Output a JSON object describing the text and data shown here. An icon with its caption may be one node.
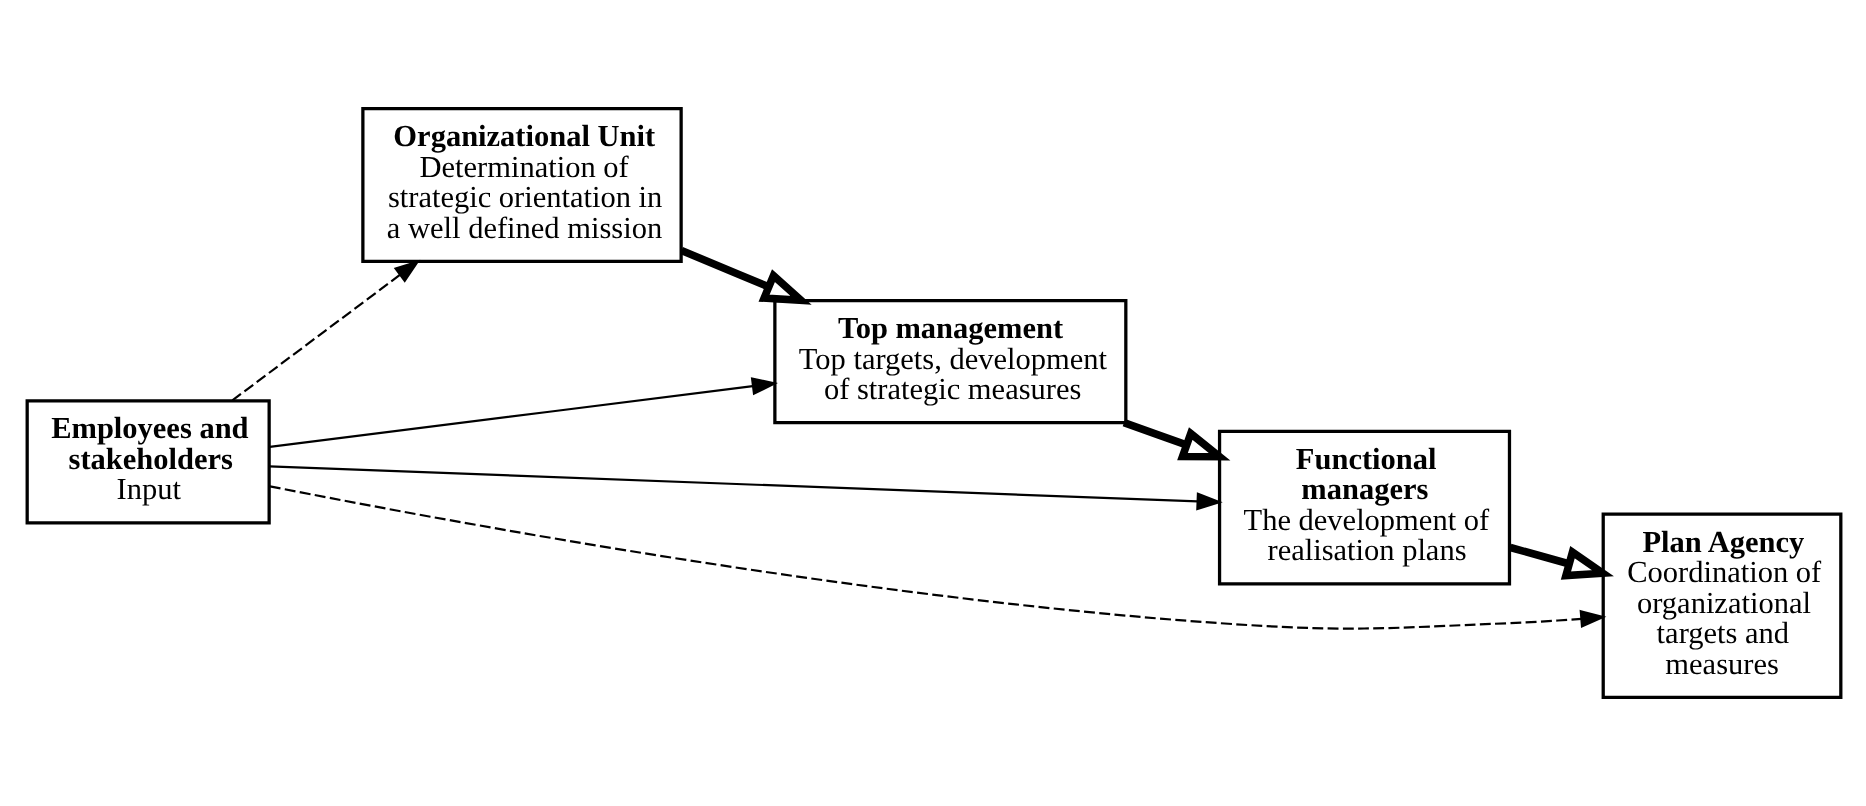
{
  "diagram": {
    "nodes": [
      {
        "text": [
          "Organizational Unit",
          "Determination of strategic orientation in a well defined mission"
        ]
      },
      {
        "text": [
          "Top management",
          "Top targets, development of strategic measures"
        ]
      },
      {
        "text": [
          "Functional managers",
          "The development of realisation plans"
        ]
      },
      {
        "text": [
          "Plan Agency",
          "Coordination of organizational targets and measures"
        ]
      },
      {
        "text": [
          "Employees and stakeholders",
          "Input"
        ]
      }
    ],
    "edges": [
      {
        "from": 0,
        "to": 1,
        "arrow": "to",
        "style": "thick"
      },
      {
        "from": 1,
        "to": 2,
        "arrow": "to",
        "style": "thick"
      },
      {
        "from": 2,
        "to": 3,
        "arrow": "to",
        "style": "thick"
      },
      {
        "from": 4,
        "to": 0,
        "arrow": "to",
        "style": "dashed"
      },
      {
        "from": 4,
        "to": 1,
        "arrow": "to"
      },
      {
        "from": 4,
        "to": 2,
        "arrow": "to"
      },
      {
        "from": 4,
        "to": 3,
        "arrow": "to",
        "style": "dashed"
      }
    ]
  }
}
